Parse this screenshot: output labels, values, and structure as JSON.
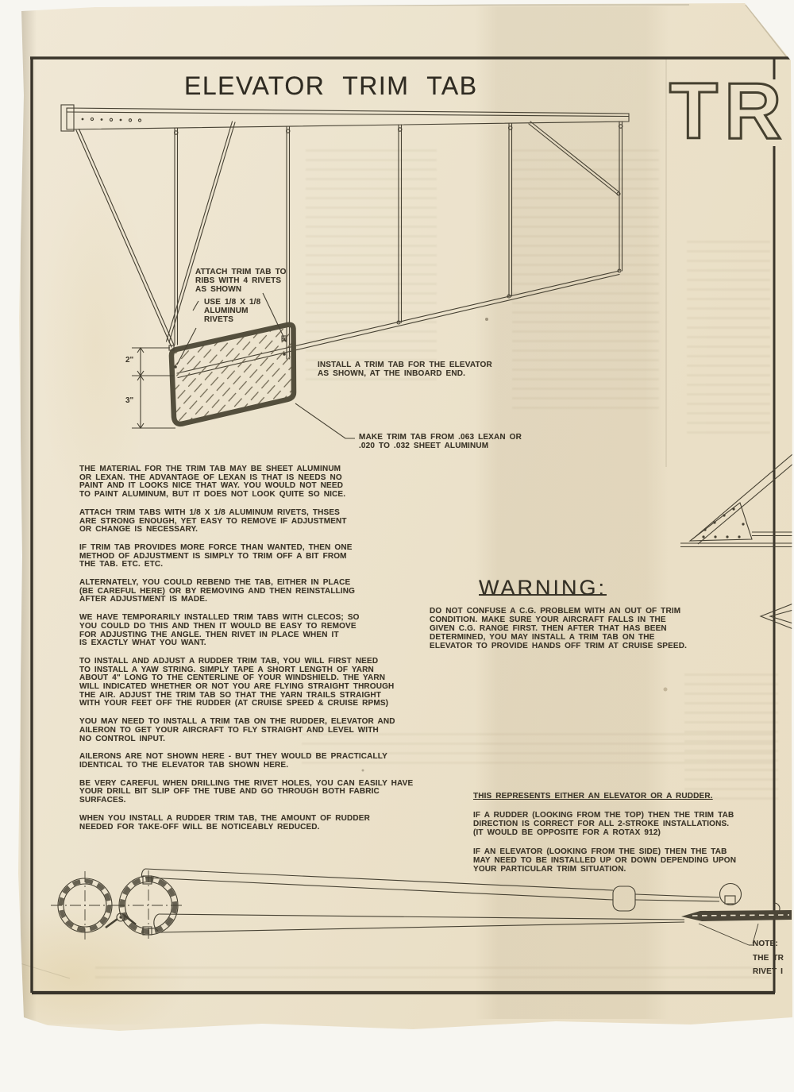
{
  "page": {
    "title": "ELEVATOR TRIM TAB",
    "corner_logo": "TRI"
  },
  "diagram_annotations": {
    "attach": "ATTACH TRIM TAB TO\nRIBS WITH 4 RIVETS\nAS SHOWN",
    "use_rivets": "USE 1/8 X 1/8\nALUMINUM\nRIVETS",
    "install": "INSTALL A TRIM TAB FOR THE ELEVATOR\nAS SHOWN, AT THE INBOARD END.",
    "make_from": "MAKE TRIM TAB FROM .063 LEXAN OR\n.020 TO .032 SHEET ALUMINUM",
    "dim_top": "2\"",
    "dim_bottom": "3\""
  },
  "body_paragraphs": [
    "THE MATERIAL FOR THE TRIM TAB MAY BE SHEET ALUMINUM\nOR LEXAN.  THE ADVANTAGE OF LEXAN IS THAT IS NEEDS NO\nPAINT AND IT LOOKS NICE THAT WAY.   YOU WOULD NOT NEED\nTO  PAINT ALUMINUM, BUT IT DOES NOT LOOK QUITE SO NICE.",
    "ATTACH TRIM TABS WITH 1/8 X 1/8 ALUMINUM RIVETS, THSES\nARE STRONG ENOUGH, YET EASY TO REMOVE IF ADJUSTMENT\nOR CHANGE IS NECESSARY.",
    "IF TRIM TAB PROVIDES MORE FORCE THAN WANTED, THEN ONE\nMETHOD OF ADJUSTMENT IS SIMPLY TO TRIM OFF A BIT FROM\nTHE TAB.   ETC. ETC.",
    "ALTERNATELY, YOU COULD REBEND THE TAB, EITHER IN PLACE\n(BE CAREFUL HERE) OR BY REMOVING AND THEN REINSTALLING\nAFTER ADJUSTMENT IS MADE.",
    "WE HAVE TEMPORARILY INSTALLED TRIM TABS WITH CLECOS; SO\nYOU COULD DO THIS AND THEN IT WOULD BE EASY TO REMOVE\nFOR ADJUSTING THE ANGLE.   THEN RIVET IN PLACE WHEN IT\nIS EXACTLY WHAT YOU WANT.",
    "TO INSTALL AND ADJUST A RUDDER TRIM TAB, YOU WILL FIRST NEED\nTO INSTALL A YAW STRING.   SIMPLY TAPE A SHORT LENGTH OF YARN\nABOUT 4\" LONG TO THE CENTERLINE OF YOUR WINDSHIELD.   THE YARN\nWILL INDICATED WHETHER OR NOT YOU ARE FLYING STRAIGHT THROUGH\nTHE AIR.   ADJUST THE TRIM TAB   SO THAT THE YARN TRAILS STRAIGHT\nWITH YOUR FEET OFF THE RUDDER (AT CRUISE SPEED & CRUISE RPMS)",
    "YOU MAY NEED TO INSTALL A TRIM TAB ON THE RUDDER, ELEVATOR AND\nAILERON TO GET YOUR AIRCRAFT TO FLY STRAIGHT AND LEVEL WITH\nNO CONTROL INPUT.",
    "AILERONS ARE NOT SHOWN HERE - BUT THEY WOULD BE PRACTICALLY\nIDENTICAL TO THE ELEVATOR TAB SHOWN HERE.",
    "BE VERY CAREFUL WHEN DRILLING THE RIVET HOLES, YOU CAN EASILY HAVE\nYOUR DRILL BIT SLIP OFF THE TUBE AND GO THROUGH BOTH FABRIC\nSURFACES.",
    "WHEN YOU INSTALL A RUDDER TRIM TAB, THE AMOUNT OF RUDDER\nNEEDED FOR TAKE-OFF WILL BE NOTICEABLY REDUCED."
  ],
  "warning": {
    "heading": "WARNING:",
    "text": "DO NOT CONFUSE A C.G. PROBLEM WITH AN OUT OF TRIM\nCONDITION.   MAKE SURE YOUR AIRCRAFT FALLS IN THE\nGIVEN C.G. RANGE FIRST.   THEN AFTER THAT HAS BEEN\nDETERMINED, YOU MAY INSTALL A TRIM TAB ON THE\nELEVATOR TO PROVIDE HANDS OFF TRIM AT CRUISE SPEED."
  },
  "rudder_note": {
    "heading": "THIS REPRESENTS EITHER AN ELEVATOR OR A RUDDER.",
    "p1": "IF A RUDDER (LOOKING FROM THE TOP) THEN THE TRIM TAB\nDIRECTION IS CORRECT FOR ALL 2-STROKE INSTALLATIONS.\n(IT WOULD BE OPPOSITE FOR A ROTAX 912)",
    "p2": "IF AN ELEVATOR (LOOKING FROM THE SIDE) THEN THE TAB\nMAY NEED TO BE INSTALLED UP OR DOWN DEPENDING UPON\nYOUR PARTICULAR TRIM SITUATION."
  },
  "bottom_note": "NOTE:\nTHE TR\nRIVET I",
  "colors": {
    "paper": "#ece3cd",
    "ink": "#464133",
    "heavy_line": "#39342a",
    "tab_fill_line": "#6f6752"
  }
}
